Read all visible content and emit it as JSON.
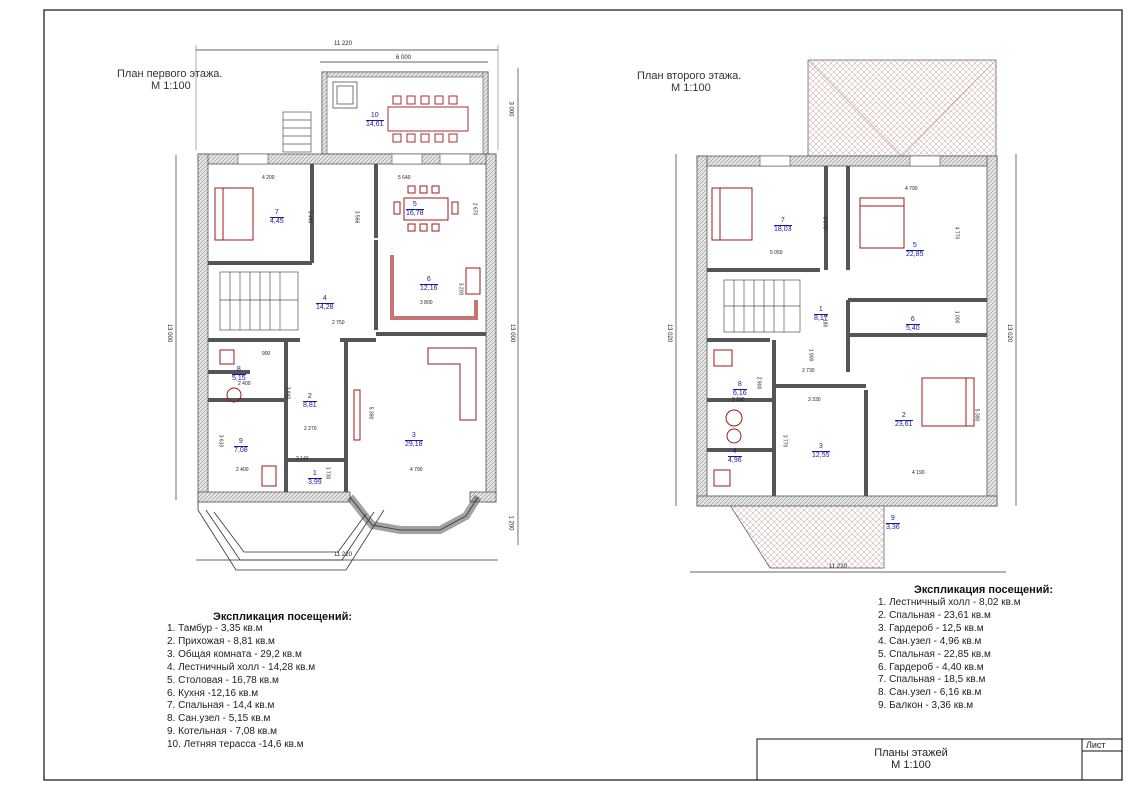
{
  "plan1": {
    "title": "План первого этажа.",
    "scale": "М 1:100",
    "dims": {
      "top_overall": "11 220",
      "top_terrace": "6 000",
      "bottom_overall": "11 220",
      "left": "13 000",
      "right": "13 000",
      "right_top": "3 000",
      "right_bottom": "1 200"
    },
    "inner_dims": [
      "4 200",
      "5 640",
      "3 440",
      "3 566",
      "2 670",
      "3 800",
      "2 750",
      "3 200",
      "900",
      "2 400",
      "2 270",
      "2 400",
      "4 790",
      "5 390",
      "1 730",
      "3 610",
      "2 140",
      "3 840"
    ],
    "rooms": [
      {
        "num": "1",
        "area": "3,99"
      },
      {
        "num": "2",
        "area": "8,81"
      },
      {
        "num": "3",
        "area": "29,18"
      },
      {
        "num": "4",
        "area": "14,28"
      },
      {
        "num": "5",
        "area": "16,78"
      },
      {
        "num": "6",
        "area": "12,16"
      },
      {
        "num": "7",
        "area": "4,45"
      },
      {
        "num": "8",
        "area": "5,15"
      },
      {
        "num": "9",
        "area": "7,08"
      },
      {
        "num": "10",
        "area": "14,61"
      }
    ],
    "legend_title": "Экспликация посещений:",
    "legend": [
      "1. Тамбур - 3,35 кв.м",
      "2. Прихожая - 8,81 кв.м",
      "3. Общая комната - 29,2 кв.м",
      "4. Лестничный холл - 14,28 кв.м",
      "5. Столовая - 16,78 кв.м",
      "6. Кухня -12,16 кв.м",
      "7. Спальная - 14,4 кв.м",
      "8. Сан.узел - 5,15 кв.м",
      "9. Котельная - 7,08 кв.м",
      "10. Летняя терасса -14,6 кв.м"
    ]
  },
  "plan2": {
    "title": "План второго этажа.",
    "scale": "М 1:100",
    "dims": {
      "bottom_overall": "11 220",
      "left": "13 020",
      "right": "13 020"
    },
    "inner_dims": [
      "4 790",
      "5 050",
      "3 570",
      "4 770",
      "1 000",
      "4 180",
      "2 730",
      "3 330",
      "2 200",
      "2 900",
      "3 770",
      "5 390",
      "4 190",
      "1 900"
    ],
    "rooms": [
      {
        "num": "1",
        "area": "8,17"
      },
      {
        "num": "2",
        "area": "23,61"
      },
      {
        "num": "3",
        "area": "12,55"
      },
      {
        "num": "4",
        "area": "4,96"
      },
      {
        "num": "5",
        "area": "22,85"
      },
      {
        "num": "6",
        "area": "5,40"
      },
      {
        "num": "7",
        "area": "18,03"
      },
      {
        "num": "8",
        "area": "6,16"
      },
      {
        "num": "9",
        "area": "3,36"
      }
    ],
    "legend_title": "Экспликация посещений:",
    "legend": [
      "1. Лестничный холл - 8,02 кв.м",
      "2. Спальная - 23,61 кв.м",
      "3. Гардероб - 12,5 кв.м",
      "4. Сан.узел - 4,96 кв.м",
      "5. Спальная - 22,85 кв.м",
      "6. Гардероб - 4,40 кв.м",
      "7. Спальная - 18,5 кв.м",
      "8. Сан.узел - 6,16 кв.м",
      "9. Балкон - 3,36 кв.м"
    ]
  },
  "stamp": {
    "title": "Планы этажей",
    "scale": "М 1:100",
    "sheet_label": "Лист"
  },
  "colors": {
    "wall": "#5a5a5a",
    "wall_fill": "#d9d9d9",
    "furniture": "#a01818",
    "label": "#1a1aa0",
    "roof": "#b98585",
    "line": "#333333"
  }
}
